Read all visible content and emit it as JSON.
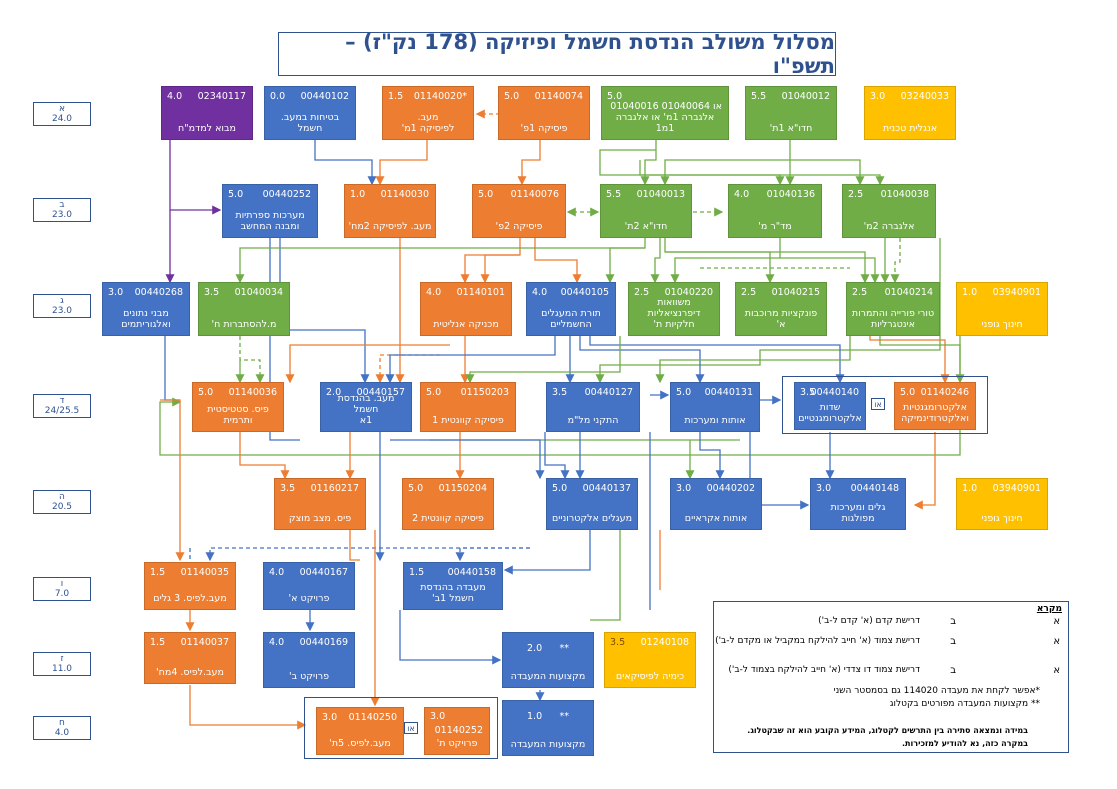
{
  "title": "מסלול משולב הנדסת חשמל ופיזיקה (178 נק\"ז) – תשפ\"ו",
  "semesters": [
    {
      "letter": "א",
      "credits": "24.0"
    },
    {
      "letter": "ב",
      "credits": "23.0"
    },
    {
      "letter": "ג",
      "credits": "23.0"
    },
    {
      "letter": "ד",
      "credits": "24/25.5"
    },
    {
      "letter": "ה",
      "credits": "20.5"
    },
    {
      "letter": "ו",
      "credits": "7.0"
    },
    {
      "letter": "ז",
      "credits": "11.0"
    },
    {
      "letter": "ח",
      "credits": "4.0"
    }
  ],
  "courses": {
    "c02340117": {
      "credits": "4.0",
      "number": "02340117",
      "name": "מבוא למדמ\"ח"
    },
    "c00440102": {
      "credits": "0.0",
      "number": "00440102",
      "name": "בטיחות במעב.\nחשמל"
    },
    "c01140020": {
      "credits": "1.5",
      "number": "01140020*",
      "name": "מעב.\nלפיסיקה 1מ'"
    },
    "c01140074": {
      "credits": "5.0",
      "number": "01140074",
      "name": "פיסיקה 1פ'"
    },
    "c01040016": {
      "credits": "5.0",
      "number": "01040016 או 01040064",
      "name": "אלגברה 1מ' או אלגברה 1מ1"
    },
    "c01040012": {
      "credits": "5.5",
      "number": "01040012",
      "name": "חדו\"א 1ת'"
    },
    "c03240033": {
      "credits": "3.0",
      "number": "03240033",
      "name": "אנגלית טכנית"
    },
    "c00440252": {
      "credits": "5.0",
      "number": "00440252",
      "name": "מערכות ספרתיות\nומבנה המחשב"
    },
    "c01140030": {
      "credits": "1.0",
      "number": "01140030",
      "name": "מעב. לפיסיקה 2מח'"
    },
    "c01140076": {
      "credits": "5.0",
      "number": "01140076",
      "name": "פיסיקה 2פ'"
    },
    "c01040013": {
      "credits": "5.5",
      "number": "01040013",
      "name": "חדו\"א 2ת'"
    },
    "c01040136": {
      "credits": "4.0",
      "number": "01040136",
      "name": "מד\"ר מ'"
    },
    "c01040038": {
      "credits": "2.5",
      "number": "01040038",
      "name": "אלגברה 2מ'"
    },
    "c00440268": {
      "credits": "3.0",
      "number": "00440268",
      "name": "מבני נתונים\nואלגוריתמים"
    },
    "c01040034": {
      "credits": "3.5",
      "number": "01040034",
      "name": "מ.להסתברות ח'"
    },
    "c01140101": {
      "credits": "4.0",
      "number": "01140101",
      "name": "מכניקה אנליטית"
    },
    "c00440105": {
      "credits": "4.0",
      "number": "00440105",
      "name": "תורת המעגלים\nהחשמליים"
    },
    "c01040220": {
      "credits": "2.5",
      "number": "01040220",
      "name": "משוואות\nדיפרנציאליות\nחלקיות ת'"
    },
    "c01040215": {
      "credits": "2.5",
      "number": "01040215",
      "name": "פונקציות מרוכבות א'"
    },
    "c01040214": {
      "credits": "2.5",
      "number": "01040214",
      "name": "טורי פורייה והתמרות\nאינטגרליות"
    },
    "c03940901a": {
      "credits": "1.0",
      "number": "03940901",
      "name": "חינוך גופני"
    },
    "c01140036": {
      "credits": "5.0",
      "number": "01140036",
      "name": "פיס. סטטיסטית\nותרמית"
    },
    "c00440157": {
      "credits": "2.0",
      "number": "00440157",
      "name": "מעב. בהנדסת חשמל\n1א"
    },
    "c01150203": {
      "credits": "5.0",
      "number": "01150203",
      "name": "פיסיקה קוונטית 1"
    },
    "c00440127": {
      "credits": "3.5",
      "number": "00440127",
      "name": "התקני מל\"מ"
    },
    "c00440131": {
      "credits": "5.0",
      "number": "00440131",
      "name": "אותות ומערכות"
    },
    "c00440140": {
      "credits": "3.5",
      "number": "00440140",
      "name": "שדות\nאלקטרומגנטיים"
    },
    "c01140246": {
      "credits": "5.0",
      "number": "01140246",
      "name": "אלקטרומגנטיות\nואלקטרודינמיקה"
    },
    "c01160217": {
      "credits": "3.5",
      "number": "01160217",
      "name": "פיס. מצב מוצק"
    },
    "c01150204": {
      "credits": "5.0",
      "number": "01150204",
      "name": "פיסיקה קוונטית 2"
    },
    "c00440137": {
      "credits": "5.0",
      "number": "00440137",
      "name": "מעגלים אלקטרוניים"
    },
    "c00440202": {
      "credits": "3.0",
      "number": "00440202",
      "name": "אותות אקראיים"
    },
    "c00440148": {
      "credits": "3.0",
      "number": "00440148",
      "name": "גלים ומערכות\nמפולגות"
    },
    "c03940901b": {
      "credits": "1.0",
      "number": "03940901",
      "name": "חינוך גופני"
    },
    "c01140035": {
      "credits": "1.5",
      "number": "01140035",
      "name": "מעב.לפיס. 3 גלים"
    },
    "c00440167": {
      "credits": "4.0",
      "number": "00440167",
      "name": "פרויקט א'"
    },
    "c00440158": {
      "credits": "1.5",
      "number": "00440158",
      "name": "מעבדה בהנדסת\nחשמל 1ב'"
    },
    "c01140037": {
      "credits": "1.5",
      "number": "01140037",
      "name": "מעב.לפיס. 4מח'"
    },
    "c00440169": {
      "credits": "4.0",
      "number": "00440169",
      "name": "פרויקט ב'"
    },
    "c_lab_elective": {
      "credits": "2.0",
      "number": "**",
      "name": "מקצועות המעבדה"
    },
    "c01240108": {
      "credits": "3.5",
      "number": "01240108",
      "name": "כימיה לפיסיקאים"
    },
    "c01140250": {
      "credits": "3.0",
      "number": "01140250",
      "name": "מעב.לפיס. 5ת'"
    },
    "c01140252": {
      "credits": "3.0",
      "number": "01140252",
      "name": "פרויקט ת'"
    },
    "c_lab_elective2": {
      "credits": "1.0",
      "number": "**",
      "name": "מקצועות המעבדה"
    }
  },
  "or_label": "או",
  "legend": {
    "heading": "מקרא",
    "rows": [
      {
        "from": "א",
        "to": "ב",
        "text": "דרישת קדם (א' קדם ל-ב')"
      },
      {
        "from": "א",
        "to": "ב",
        "text": "דרישת צמוד (א' חייב להילקח במקביל או מקדם ל-ב')"
      },
      {
        "from": "א",
        "to": "ב",
        "text": "דרישת צמוד דו צדדי (א' חייב להילקח בצמוד ל-ב')"
      }
    ],
    "note1": "*אפשר לקחת את מעבדה 114020 גם בסמסטר השני",
    "note2": "** מקצועות המעבדה מפורטים בקטלוג",
    "note3": "במידה ונמצאה סתירה בין התרשים לקטלוג, המידע הקובע הוא זה שבקטלוג.",
    "note4": "במקרה כזה, נא להודיע למזכירות."
  },
  "colors": {
    "math": "#70ad47",
    "physics": "#ed7d31",
    "ee": "#4472c4",
    "cs": "#7030a0",
    "general": "#ffc000"
  }
}
